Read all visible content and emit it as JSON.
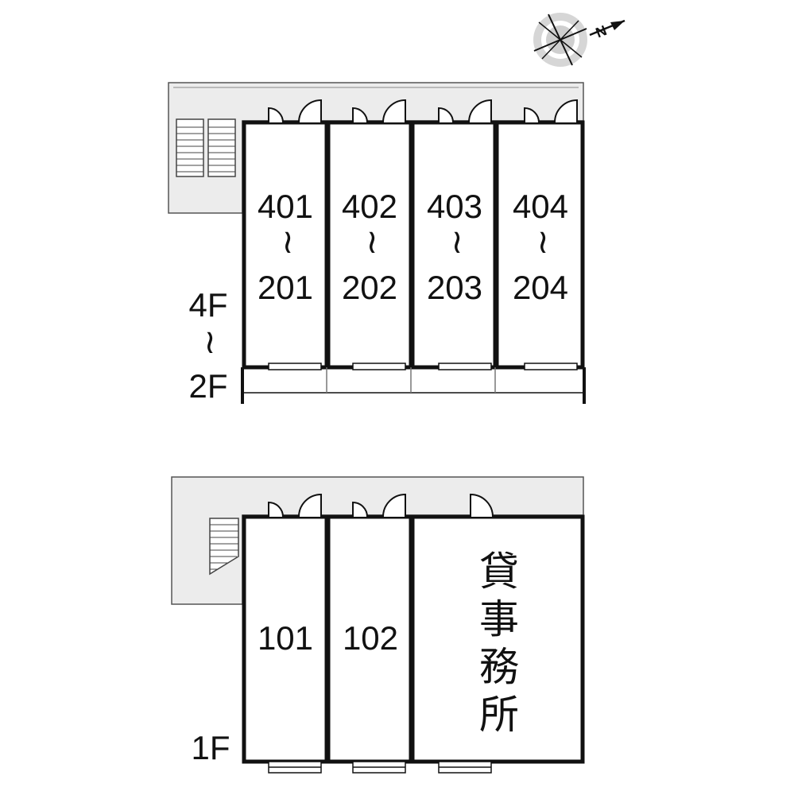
{
  "compass": {
    "label": "N"
  },
  "upper": {
    "floor_top": "4F",
    "floor_bottom": "2F",
    "range_mark": "≀",
    "units": [
      {
        "top": "401",
        "bottom": "201"
      },
      {
        "top": "402",
        "bottom": "202"
      },
      {
        "top": "403",
        "bottom": "203"
      },
      {
        "top": "404",
        "bottom": "204"
      }
    ]
  },
  "ground": {
    "floor": "1F",
    "units": [
      "101",
      "102"
    ],
    "office": [
      "貸",
      "事",
      "務",
      "所"
    ]
  }
}
